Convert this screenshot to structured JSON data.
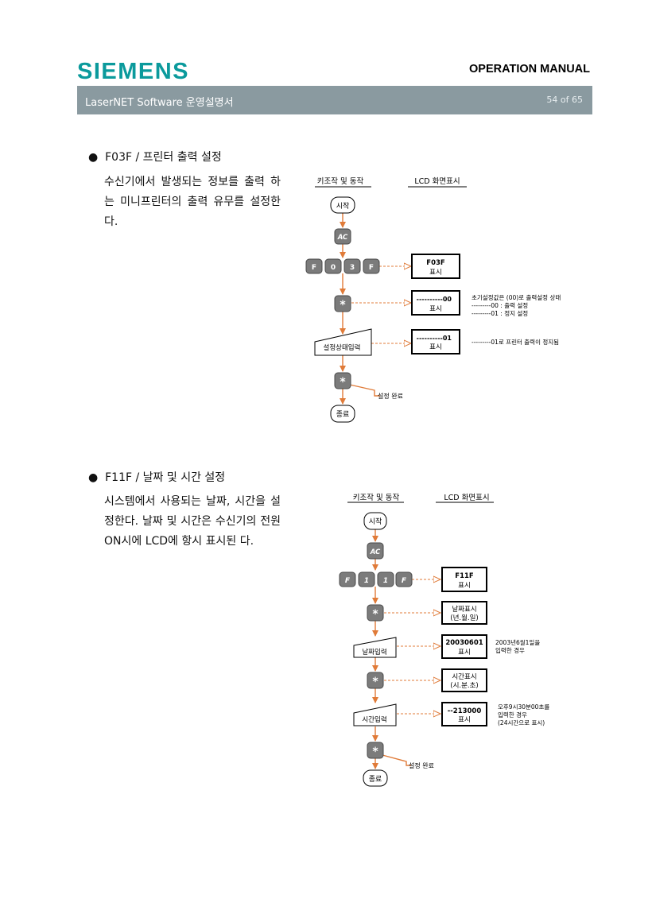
{
  "header": {
    "brand": "SIEMENS",
    "manual_title": "OPERATION MANUAL",
    "bar_title": "LaserNET Software  운영설명서",
    "page_indicator": "54 of 65"
  },
  "section1": {
    "bullet_title": "F03F / 프린터 출력 설정",
    "description": "수신기에서 발생되는 정보를 출력 하는 미니프린터의 출력 유무를 설정한다.",
    "col_key": "키조작 및 동작",
    "col_lcd": "LCD 화면표시",
    "start": "시작",
    "ac": "AC",
    "keys": [
      "F",
      "0",
      "3",
      "F"
    ],
    "star": "*",
    "input_label": "설정상태입력",
    "done": "설정 완료",
    "end": "종료",
    "lcd1": [
      "F03F",
      "표시"
    ],
    "lcd2": [
      "----------00",
      "표시"
    ],
    "lcd3": [
      "----------01",
      "표시"
    ],
    "note1": [
      "초기설정값은 (00)로 출력설정 상태",
      "---------00 : 출력 설정",
      "---------01 : 정지 설정"
    ],
    "note2": "---------01로 프린터 출력이 정지됨"
  },
  "section2": {
    "bullet_title": "F11F / 날짜 및 시간 설정",
    "description": "시스템에서 사용되는 날짜, 시간을 설정한다. 날짜 및 시간은 수신기의 전원 ON시에 LCD에 항시 표시된 다.",
    "col_key": "키조작 및 동작",
    "col_lcd": "LCD 화면표시",
    "start": "시작",
    "ac": "AC",
    "keys": [
      "F",
      "1",
      "1",
      "F"
    ],
    "star": "*",
    "date_input": "날짜입력",
    "time_input": "시간입력",
    "done": "설정 완료",
    "end": "종료",
    "lcd1": [
      "F11F",
      "표시"
    ],
    "lcd2": [
      "날짜표시",
      "(년.월.일)"
    ],
    "lcd3": [
      "20030601",
      "표시"
    ],
    "lcd4": [
      "시간표시",
      "(시.분.초)"
    ],
    "lcd5": [
      "--213000",
      "표시"
    ],
    "note_date": [
      "2003년6월1일을",
      "입력한 경우"
    ],
    "note_time": [
      "오후9시30분00초를",
      "입력한 경우",
      "(24시간으로 표시)"
    ]
  }
}
